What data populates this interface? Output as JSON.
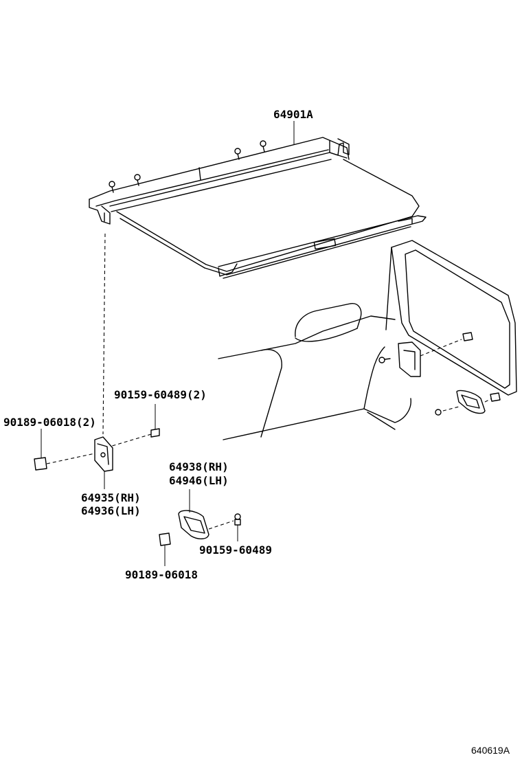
{
  "parts": {
    "p64901a": "64901A",
    "p90159_2": "90159-60489(2)",
    "p90189_2": "90189-06018(2)",
    "p64935": "64935(RH)",
    "p64936": "64936(LH)",
    "p64938": "64938(RH)",
    "p64946": "64946(LH)",
    "p90159": "90159-60489",
    "p90189": "90189-06018"
  },
  "figure_number": "640619A"
}
